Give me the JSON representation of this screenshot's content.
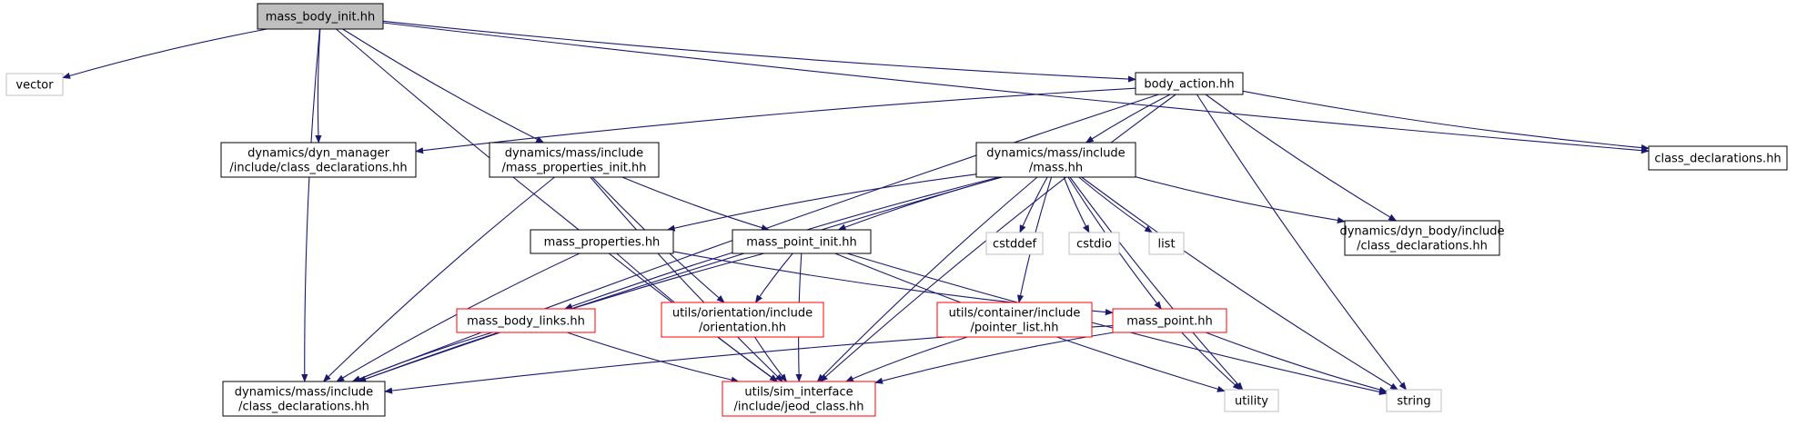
{
  "graph": {
    "nodes": {
      "root": {
        "lines": [
          "mass_body_init.hh"
        ],
        "style": "root"
      },
      "vector": {
        "lines": [
          "vector"
        ],
        "style": "gray"
      },
      "dyn_manager": {
        "lines": [
          "dynamics/dyn_manager",
          "/include/class_declarations.hh"
        ],
        "style": "black"
      },
      "mpinit": {
        "lines": [
          "dynamics/mass/include",
          "/mass_properties_init.hh"
        ],
        "style": "black"
      },
      "body_action": {
        "lines": [
          "body_action.hh"
        ],
        "style": "black"
      },
      "mass": {
        "lines": [
          "dynamics/mass/include",
          "/mass.hh"
        ],
        "style": "black"
      },
      "class_decl": {
        "lines": [
          "class_declarations.hh"
        ],
        "style": "black"
      },
      "dyn_body": {
        "lines": [
          "dynamics/dyn_body/include",
          "/class_declarations.hh"
        ],
        "style": "black"
      },
      "mass_props": {
        "lines": [
          "mass_properties.hh"
        ],
        "style": "black"
      },
      "mpointinit": {
        "lines": [
          "mass_point_init.hh"
        ],
        "style": "black"
      },
      "cstddef": {
        "lines": [
          "cstddef"
        ],
        "style": "gray"
      },
      "cstdio": {
        "lines": [
          "cstdio"
        ],
        "style": "gray"
      },
      "list": {
        "lines": [
          "list"
        ],
        "style": "gray"
      },
      "mbl": {
        "lines": [
          "mass_body_links.hh"
        ],
        "style": "red"
      },
      "orient": {
        "lines": [
          "utils/orientation/include",
          "/orientation.hh"
        ],
        "style": "red"
      },
      "ptrlist": {
        "lines": [
          "utils/container/include",
          "/pointer_list.hh"
        ],
        "style": "red"
      },
      "mpoint": {
        "lines": [
          "mass_point.hh"
        ],
        "style": "red"
      },
      "mass_cd": {
        "lines": [
          "dynamics/mass/include",
          "/class_declarations.hh"
        ],
        "style": "black"
      },
      "jeod": {
        "lines": [
          "utils/sim_interface",
          "/include/jeod_class.hh"
        ],
        "style": "red"
      },
      "utility": {
        "lines": [
          "utility"
        ],
        "style": "gray"
      },
      "string": {
        "lines": [
          "string"
        ],
        "style": "gray"
      }
    },
    "edges": [
      [
        "root",
        "vector"
      ],
      [
        "root",
        "dyn_manager"
      ],
      [
        "root",
        "mpinit"
      ],
      [
        "root",
        "body_action"
      ],
      [
        "root",
        "class_decl"
      ],
      [
        "root",
        "mass_cd"
      ],
      [
        "root",
        "jeod"
      ],
      [
        "body_action",
        "dyn_manager"
      ],
      [
        "body_action",
        "mass"
      ],
      [
        "body_action",
        "class_decl"
      ],
      [
        "body_action",
        "dyn_body"
      ],
      [
        "body_action",
        "mass_cd"
      ],
      [
        "body_action",
        "jeod"
      ],
      [
        "body_action",
        "string"
      ],
      [
        "mpinit",
        "mpointinit"
      ],
      [
        "mpinit",
        "orient"
      ],
      [
        "mpinit",
        "mass_cd"
      ],
      [
        "mpinit",
        "jeod"
      ],
      [
        "mass",
        "mass_props"
      ],
      [
        "mass",
        "mpointinit"
      ],
      [
        "mass",
        "cstddef"
      ],
      [
        "mass",
        "cstdio"
      ],
      [
        "mass",
        "list"
      ],
      [
        "mass",
        "mbl"
      ],
      [
        "mass",
        "ptrlist"
      ],
      [
        "mass",
        "mpoint"
      ],
      [
        "mass",
        "dyn_body"
      ],
      [
        "mass",
        "mass_cd"
      ],
      [
        "mass",
        "jeod"
      ],
      [
        "mass",
        "utility"
      ],
      [
        "mass",
        "string"
      ],
      [
        "mass_props",
        "mpoint"
      ],
      [
        "mass_props",
        "mass_cd"
      ],
      [
        "mass_props",
        "jeod"
      ],
      [
        "mpointinit",
        "orient"
      ],
      [
        "mpointinit",
        "mass_cd"
      ],
      [
        "mpointinit",
        "jeod"
      ],
      [
        "mpointinit",
        "utility"
      ],
      [
        "mpointinit",
        "string"
      ],
      [
        "mbl",
        "mass_cd"
      ],
      [
        "mbl",
        "jeod"
      ],
      [
        "orient",
        "jeod"
      ],
      [
        "ptrlist",
        "jeod"
      ],
      [
        "mpoint",
        "mass_cd"
      ],
      [
        "mpoint",
        "jeod"
      ],
      [
        "mpoint",
        "utility"
      ],
      [
        "mpoint",
        "string"
      ]
    ]
  }
}
